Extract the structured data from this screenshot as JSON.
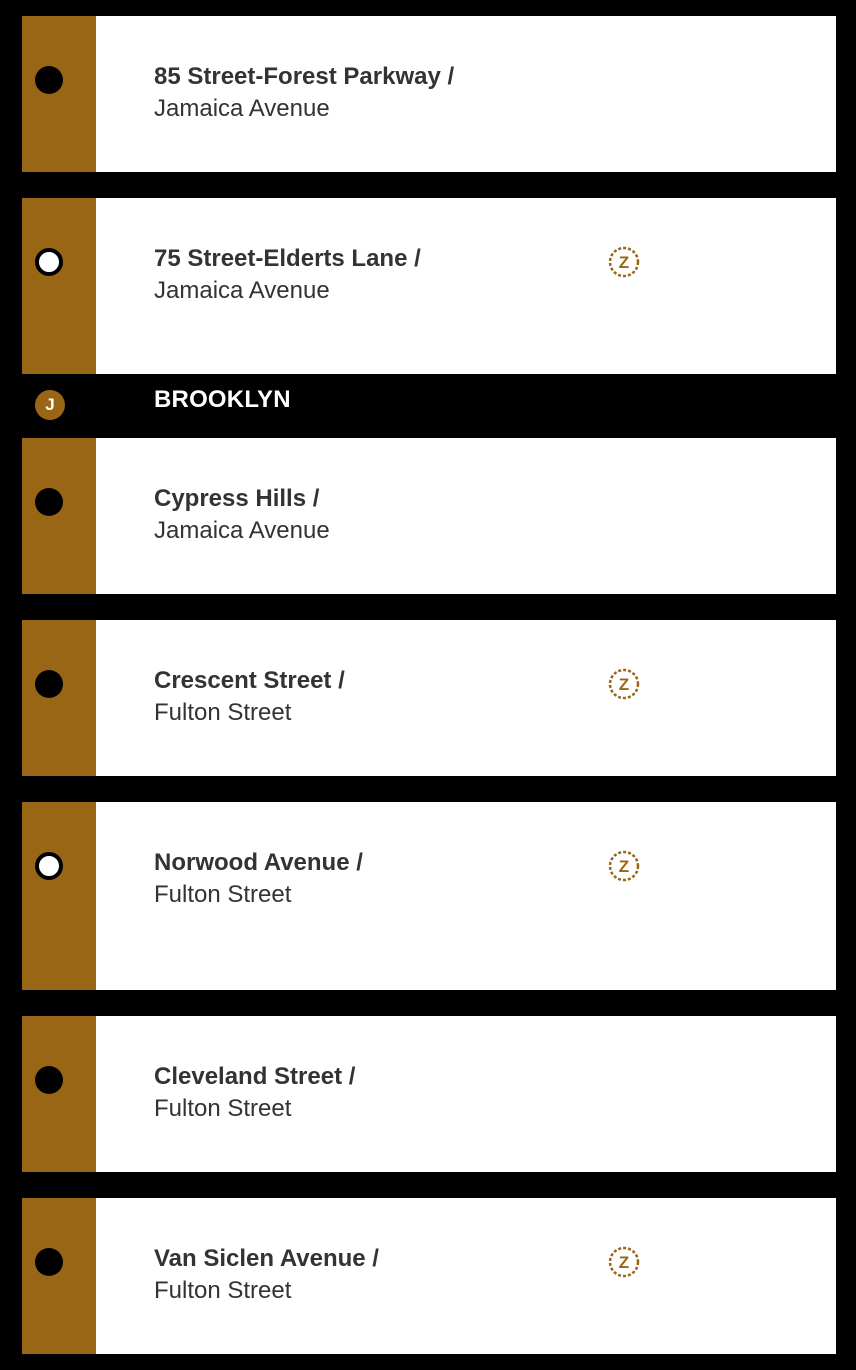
{
  "colors": {
    "line_brown": "#996616",
    "background": "#000000",
    "row_background": "#ffffff",
    "text": "#333333"
  },
  "borough_header": {
    "route_letter": "J",
    "label": "BROOKLYN"
  },
  "stations": [
    {
      "name": "85 Street-Forest Parkway /",
      "street": "Jamaica Avenue",
      "stop_type": "all-times",
      "transfer_route": ""
    },
    {
      "name": "75 Street-Elderts Lane /",
      "street": "Jamaica Avenue",
      "stop_type": "part-time",
      "transfer_route": "Z"
    },
    {
      "name": "Cypress Hills /",
      "street": "Jamaica Avenue",
      "stop_type": "all-times",
      "transfer_route": ""
    },
    {
      "name": "Crescent Street /",
      "street": "Fulton Street",
      "stop_type": "all-times",
      "transfer_route": "Z"
    },
    {
      "name": "Norwood Avenue /",
      "street": "Fulton Street",
      "stop_type": "part-time",
      "transfer_route": "Z"
    },
    {
      "name": "Cleveland Street /",
      "street": "Fulton Street",
      "stop_type": "all-times",
      "transfer_route": ""
    },
    {
      "name": "Van Siclen Avenue /",
      "street": "Fulton Street",
      "stop_type": "all-times",
      "transfer_route": "Z"
    }
  ]
}
